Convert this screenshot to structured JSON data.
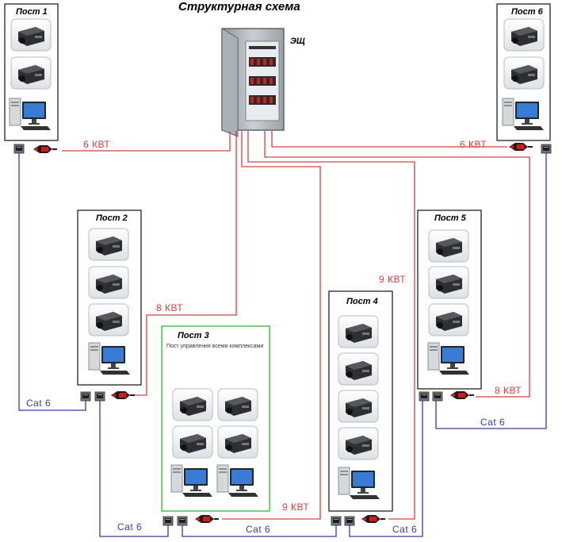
{
  "diagram": {
    "title": "Структурная схема",
    "cabinet_label": "ЭЩ",
    "posts": [
      {
        "id": "post1",
        "label": "Пост 1",
        "devices": 2
      },
      {
        "id": "post2",
        "label": "Пост 2",
        "devices": 3
      },
      {
        "id": "post3",
        "label": "Пост 3",
        "subtitle": "Пост управления всеми комплексами",
        "devices": 4
      },
      {
        "id": "post4",
        "label": "Пост 4",
        "devices": 4
      },
      {
        "id": "post5",
        "label": "Пост 5",
        "devices": 3
      },
      {
        "id": "post6",
        "label": "Пост 6",
        "devices": 2
      }
    ],
    "power_labels": {
      "post1": "6 КВТ",
      "post6": "6 КВТ",
      "post2": "8 КВТ",
      "post5": "8 КВТ",
      "post4": "9 КВТ",
      "post3": "9 КВТ"
    },
    "network_labels": {
      "left": "Cat 6",
      "right": "Cat 6",
      "bottom_left": "Cat 6",
      "bottom_mid": "Cat 6",
      "bottom_right": "Cat 6"
    },
    "colors": {
      "power_line": "#d94040",
      "network_line": "#3a3aa8",
      "frame": "#222222",
      "control_frame": "#4ec24e",
      "cabinet": "#b9c0c6"
    }
  }
}
